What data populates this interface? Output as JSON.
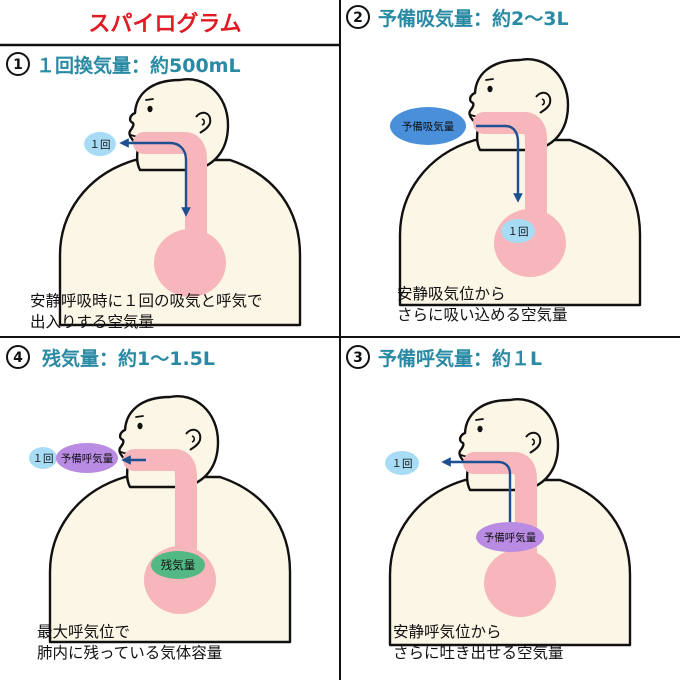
{
  "main_title": "スパイログラム",
  "colors": {
    "title_red": "#e01b24",
    "heading_teal": "#2a8aa3",
    "body_cream": "#fbf6e6",
    "airway_pink": "#f6b6bb",
    "arrow_navy": "#1e4f91",
    "bubble_light_blue": "#a8dcf5",
    "bubble_blue": "#4a8fd9",
    "bubble_purple": "#b98be2",
    "bubble_green": "#52b884"
  },
  "panels": [
    {
      "number": "1",
      "heading": "１回換気量：約500mL",
      "bubbles": [
        {
          "text": "１回"
        }
      ],
      "caption_lines": [
        "安静呼吸時に１回の吸気と呼気で",
        "出入りする空気量"
      ]
    },
    {
      "number": "2",
      "heading": "予備吸気量：約2〜3L",
      "bubbles": [
        {
          "text": "予備吸気量"
        },
        {
          "text": "１回"
        }
      ],
      "caption_lines": [
        "安静吸気位から",
        "さらに吸い込める空気量"
      ]
    },
    {
      "number": "4",
      "heading": "残気量：約1〜1.5L",
      "bubbles": [
        {
          "text": "１回"
        },
        {
          "text": "予備呼気量"
        },
        {
          "text": "残気量"
        }
      ],
      "caption_lines": [
        "最大呼気位で",
        "肺内に残っている気体容量"
      ]
    },
    {
      "number": "3",
      "heading": "予備呼気量：約１L",
      "bubbles": [
        {
          "text": "１回"
        },
        {
          "text": "予備呼気量"
        }
      ],
      "caption_lines": [
        "安静呼気位から",
        "さらに吐き出せる空気量"
      ]
    }
  ]
}
